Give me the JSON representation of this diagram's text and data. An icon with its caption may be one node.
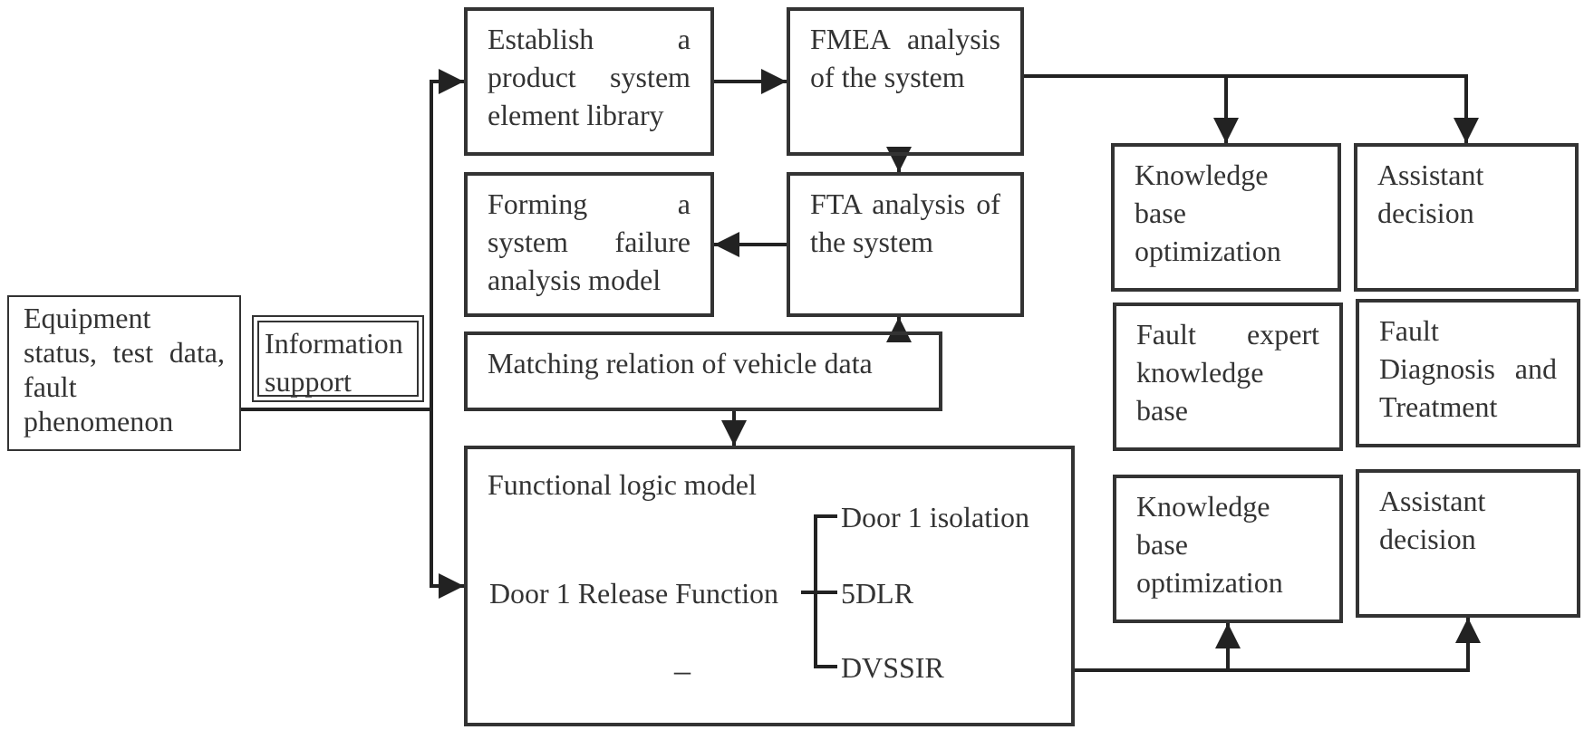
{
  "diagram": {
    "nodes": [
      {
        "text": [
          "Equipment status, test data, fault phenomenon"
        ]
      },
      {
        "text": [
          "Information support"
        ]
      },
      {
        "text": [
          "Establish a product system element library"
        ]
      },
      {
        "text": [
          "FMEA analysis of the system"
        ]
      },
      {
        "text": [
          "Forming a system failure analysis model"
        ]
      },
      {
        "text": [
          "FTA analysis of the system"
        ]
      },
      {
        "text": [
          "Matching relation of vehicle data"
        ]
      },
      {
        "text": [
          "Functional logic model"
        ]
      },
      {
        "text": [
          "Door 1 Release Function"
        ],
        "in": 7
      },
      {
        "text": [
          "Door 1 isolation"
        ],
        "in": 7
      },
      {
        "text": [
          "5DLR"
        ],
        "in": 7
      },
      {
        "text": [
          "DVSSIR"
        ],
        "in": 7
      },
      {
        "text": [
          "Knowledge base optimization"
        ]
      },
      {
        "text": [
          "Assistant decision"
        ]
      },
      {
        "text": [
          "Fault expert knowledge base"
        ]
      },
      {
        "text": [
          "Fault Diagnosis and Treatment"
        ]
      },
      {
        "text": [
          "Knowledge base optimization"
        ]
      },
      {
        "text": [
          "Assistant decision"
        ]
      }
    ],
    "edges": [
      {
        "from": 0,
        "to": 2,
        "arrow": "to"
      },
      {
        "from": 0,
        "to": 7,
        "arrow": "to"
      },
      {
        "from": 2,
        "to": 3,
        "arrow": "to"
      },
      {
        "from": 3,
        "to": 5,
        "arrow": "to"
      },
      {
        "from": 5,
        "to": 4,
        "arrow": "to"
      },
      {
        "from": 6,
        "to": 5,
        "arrow": "to"
      },
      {
        "from": 6,
        "to": 7,
        "arrow": "to"
      },
      {
        "from": 3,
        "to": 12,
        "arrow": "to"
      },
      {
        "from": 3,
        "to": 13,
        "arrow": "to"
      },
      {
        "from": 7,
        "to": 16,
        "arrow": "to"
      },
      {
        "from": 7,
        "to": 17,
        "arrow": "to"
      },
      {
        "from": 8,
        "to": 9,
        "arrow": "none"
      },
      {
        "from": 8,
        "to": 10,
        "arrow": "none"
      },
      {
        "from": 8,
        "to": 11,
        "arrow": "none"
      }
    ],
    "labels": [
      "–"
    ]
  }
}
